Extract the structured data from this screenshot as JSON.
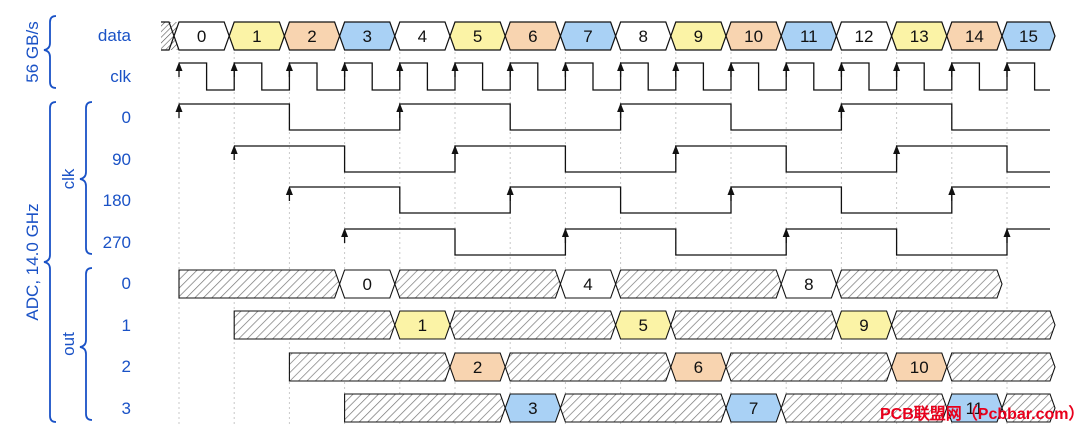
{
  "group_labels": {
    "data_rate": "56 GB/s",
    "adc": "ADC, 14.0 GHz",
    "clk": "clk",
    "out": "out"
  },
  "signal_labels": {
    "data": "data",
    "clk": "clk",
    "phase_0": "0",
    "phase_90": "90",
    "phase_180": "180",
    "phase_270": "270",
    "out_0": "0",
    "out_1": "1",
    "out_2": "2",
    "out_3": "3"
  },
  "data_words": [
    "0",
    "1",
    "2",
    "3",
    "4",
    "5",
    "6",
    "7",
    "8",
    "9",
    "10",
    "11",
    "12",
    "13",
    "14",
    "15"
  ],
  "out_words": [
    [
      "0",
      "4",
      "8"
    ],
    [
      "1",
      "5",
      "9"
    ],
    [
      "2",
      "6",
      "10"
    ],
    [
      "3",
      "7",
      "11"
    ]
  ],
  "watermark": "PCB联盟网（Pcbbar.com）",
  "colors": {
    "blue_label": "#1a52c6",
    "line": "#111111",
    "hatch": "#777777",
    "lane0": "#ffffff",
    "lane1": "#fbf3a6",
    "lane2": "#f8d4b0",
    "lane3": "#a9d1f5",
    "watermark": "#e8001c"
  }
}
